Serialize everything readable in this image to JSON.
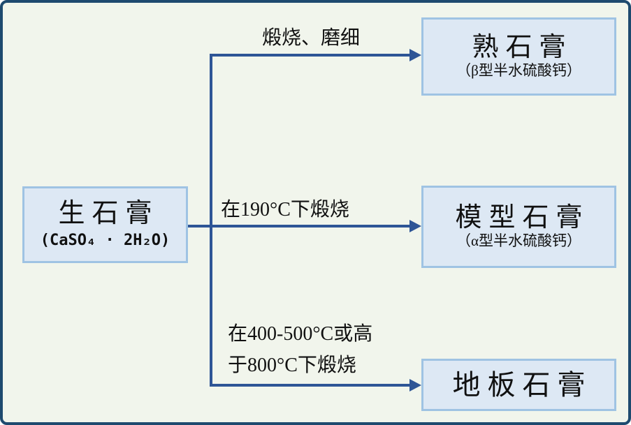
{
  "colors": {
    "background": "#f1f5ec",
    "outer_border": "#1e4a6f",
    "node_fill": "#dde8f4",
    "node_border": "#9fc3e3",
    "arrow": "#2e5596",
    "text": "#111111"
  },
  "nodes": {
    "source": {
      "title": "生石膏",
      "formula": "(CaSO₄ · 2H₂O)"
    },
    "product_top": {
      "title": "熟石膏",
      "subtitle": "（β型半水硫酸钙）"
    },
    "product_middle": {
      "title": "模型石膏",
      "subtitle": "（α型半水硫酸钙）"
    },
    "product_bottom": {
      "title": "地板石膏"
    }
  },
  "conditions": {
    "top": "煅烧、磨细",
    "middle": "在190°C下煅烧",
    "bottom_line1": "在400-500°C或高",
    "bottom_line2": "于800°C下煅烧"
  }
}
